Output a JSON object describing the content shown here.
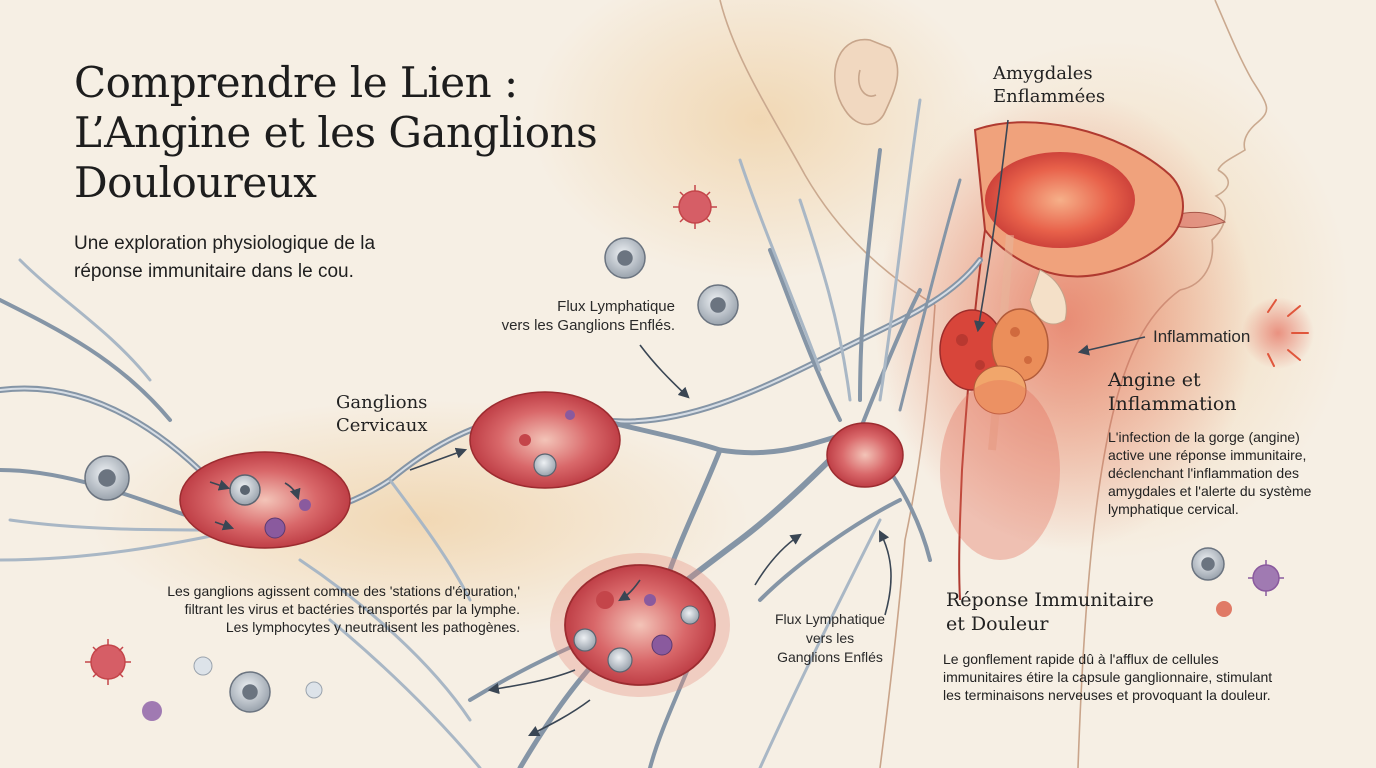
{
  "title": {
    "line1": "Comprendre le Lien :",
    "line2": "L’Angine et les Ganglions",
    "line3": "Douloureux"
  },
  "subtitle": {
    "line1": "Une exploration physiologique de la",
    "line2": "réponse immunitaire dans le cou."
  },
  "labels": {
    "flux_top": {
      "line1": "Flux Lymphatique",
      "line2": "vers les Ganglions Enflés."
    },
    "ganglions_cervicaux": {
      "line1": "Ganglions",
      "line2": "Cervicaux"
    },
    "amygdales": {
      "line1": "Amygdales",
      "line2": "Enflammées"
    },
    "inflammation": "Inflammation",
    "flux_bottom": {
      "line1": "Flux Lymphatique",
      "line2": "vers les",
      "line3": "Ganglions Enflés"
    }
  },
  "ganglions_note": {
    "line1": "Les ganglions agissent comme des 'stations d'épuration,'",
    "line2": "filtrant les virus et bactéries transportés par la lymphe.",
    "line3": "Les lymphocytes y neutralisent les pathogènes."
  },
  "angine_section": {
    "heading1": "Angine et",
    "heading2": "Inflammation",
    "line1": "L'infection de la gorge (angine)",
    "line2": "active une réponse immunitaire,",
    "line3": "déclenchant l'inflammation des",
    "line4": "amygdales et l'alerte du système",
    "line5": "lymphatique cervical."
  },
  "reponse_section": {
    "heading1": "Réponse Immunitaire",
    "heading2": "et Douleur",
    "line1": "Le gonflement rapide dû à l'afflux de cellules",
    "line2": "immunitaires étire la capsule ganglionnaire, stimulant",
    "line3": "les terminaisons nerveuses et provoquant la douleur."
  },
  "colors": {
    "background": "#f6efe4",
    "vessel": "#8595a6",
    "node_red": "#c9444a",
    "virus_red": "#c4454a",
    "virus_purple": "#8a5a9e",
    "lymphocyte": "#9aa3ad"
  }
}
